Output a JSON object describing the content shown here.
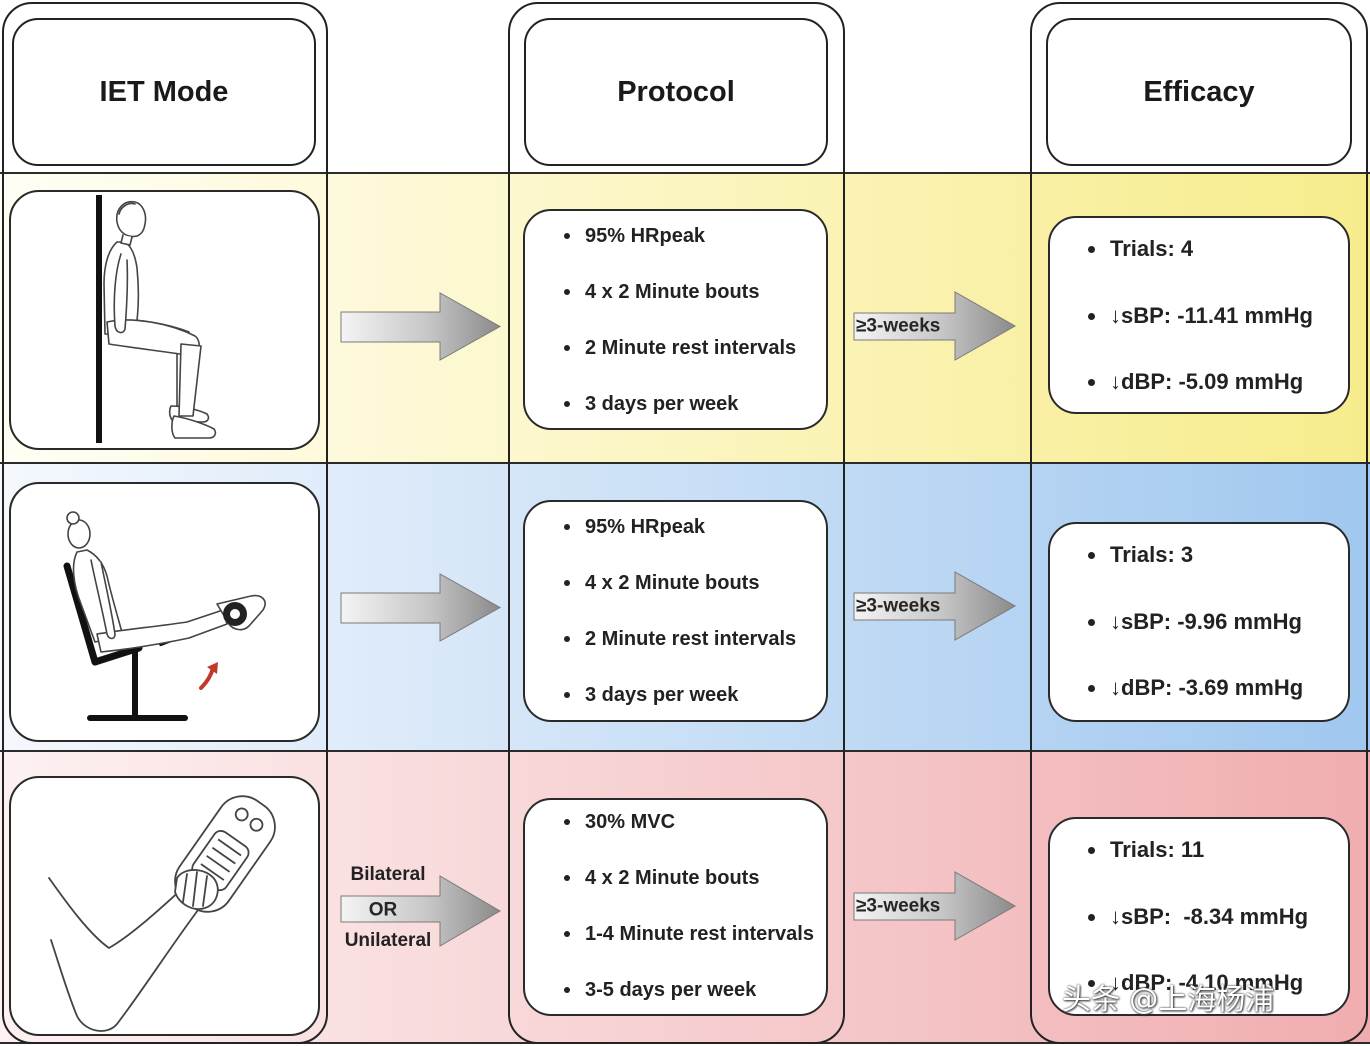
{
  "headers": {
    "mode": "IET Mode",
    "protocol": "Protocol",
    "efficacy": "Efficacy"
  },
  "rows": [
    {
      "mode_icon": "wall-sit-icon",
      "protocol": [
        "95% HRpeak",
        "4 x 2 Minute bouts",
        "2 Minute rest intervals",
        "3 days per week"
      ],
      "duration": "≥3-weeks",
      "efficacy": [
        "Trials: 4",
        "↓sBP: -11.41 mmHg",
        "↓dBP: -5.09 mmHg"
      ],
      "band_colors": [
        "#fffef5",
        "#f7ec8c"
      ]
    },
    {
      "mode_icon": "knee-extension-icon",
      "protocol": [
        "95% HRpeak",
        "4 x 2 Minute bouts",
        "2 Minute rest intervals",
        "3 days per week"
      ],
      "duration": "≥3-weeks",
      "efficacy": [
        "Trials: 3",
        "↓sBP: -9.96 mmHg",
        "↓dBP: -3.69 mmHg"
      ],
      "band_colors": [
        "#f4f8fd",
        "#a0c7ef"
      ]
    },
    {
      "mode_icon": "handgrip-icon",
      "protocol": [
        "30% MVC",
        "4 x 2 Minute bouts",
        "1-4 Minute rest intervals",
        "3-5 days per week"
      ],
      "duration": "≥3-weeks",
      "efficacy": [
        "Trials: 11",
        "↓sBP:  -8.34 mmHg",
        "↓dBP: -4.10 mmHg"
      ],
      "band_colors": [
        "#fdf1f1",
        "#f0adb0"
      ]
    }
  ],
  "limb_option": {
    "top": "Bilateral",
    "middle": "OR",
    "bottom": "Unilateral"
  },
  "watermark": "头条 @上海杨浦"
}
